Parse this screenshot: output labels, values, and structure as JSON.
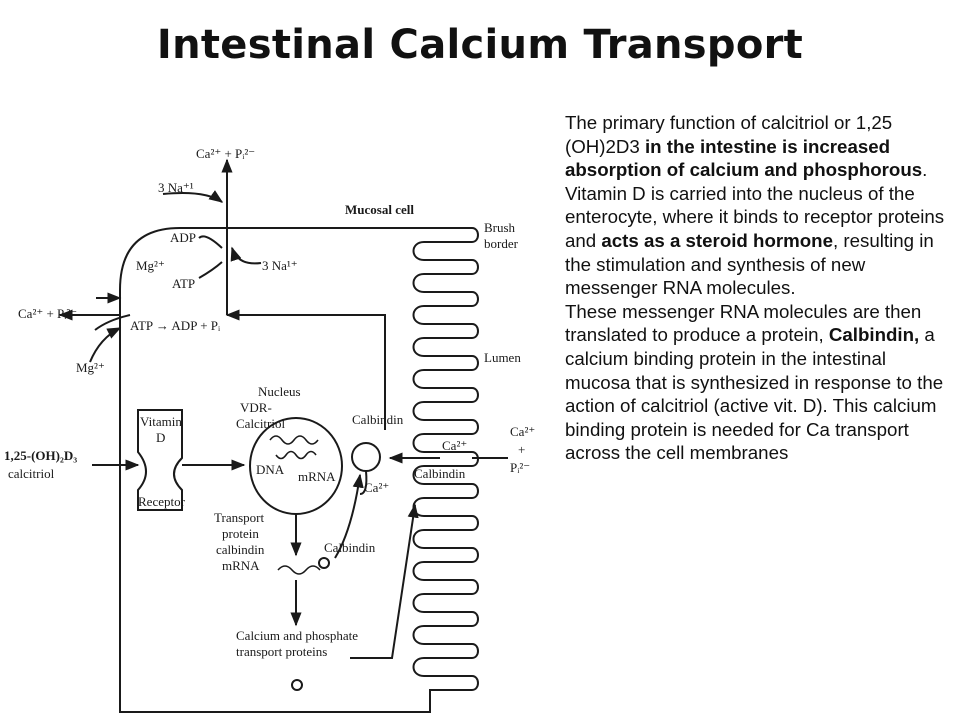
{
  "title": "Intestinal Calcium Transport",
  "figure": {
    "labels": {
      "ca_p_top": "Ca²⁺ + Pᵢ²⁻",
      "na3_in": "3 Na⁺¹",
      "mucosal_cell": "Mucosal cell",
      "brush": "Brush",
      "border": "border",
      "adp": "ADP",
      "mg_in_cell": "Mg²⁺",
      "atp": "ATP",
      "na3_out": "3 Na¹⁺",
      "ca_p_left": "Ca²⁺ + Pᵢ²⁻",
      "atp_reaction": "ATP → ADP + Pᵢ",
      "mg_left": "Mg²⁺",
      "lumen": "Lumen",
      "nucleus": "Nucleus",
      "vdr": "VDR-",
      "calcitriol": "Calcitriol",
      "dna": "DNA",
      "mrna": "mRNA",
      "vitamin": "Vitamin",
      "d": "D",
      "receptor": "Receptor",
      "calcitriol_l1": "1,25-(OH)₂D₃",
      "calcitriol_l2": "calcitriol",
      "calbindin_top": "Calbindin",
      "calbindin_right": "Calbindin",
      "ca_inside": "Ca²⁺",
      "ca_right": "Ca²⁺",
      "plus": "+",
      "pi_right": "Pᵢ²⁻",
      "ca_right_box": "Ca²⁺",
      "transport_l1": "Transport",
      "transport_l2": "protein",
      "transport_l3": "calbindin",
      "transport_l4": "mRNA",
      "calbindin_low": "Calbindin",
      "cap_l1": "Calcium and phosphate",
      "cap_l2": "transport proteins"
    }
  },
  "body": {
    "p1_a": "The primary function of calcitriol or 1,25 (OH)2D3 ",
    "p1_b": "in the intestine is increased absorption of calcium and phosphorous",
    "p1_c": ".",
    "p2_a": "Vitamin D is carried into the nucleus of the enterocyte, where it binds to receptor proteins and ",
    "p2_b": "acts as a steroid hormone",
    "p2_c": ", resulting in the stimulation and synthesis of new messenger RNA molecules.",
    "p3_a": "These messenger RNA molecules are then translated to produce a protein, ",
    "p3_b": "Calbindin,",
    "p3_c": " a calcium binding protein in the intestinal mucosa that is synthesized in response to the action of calcitriol (active vit. D). This calcium binding protein is needed for Ca transport across the cell membranes"
  }
}
